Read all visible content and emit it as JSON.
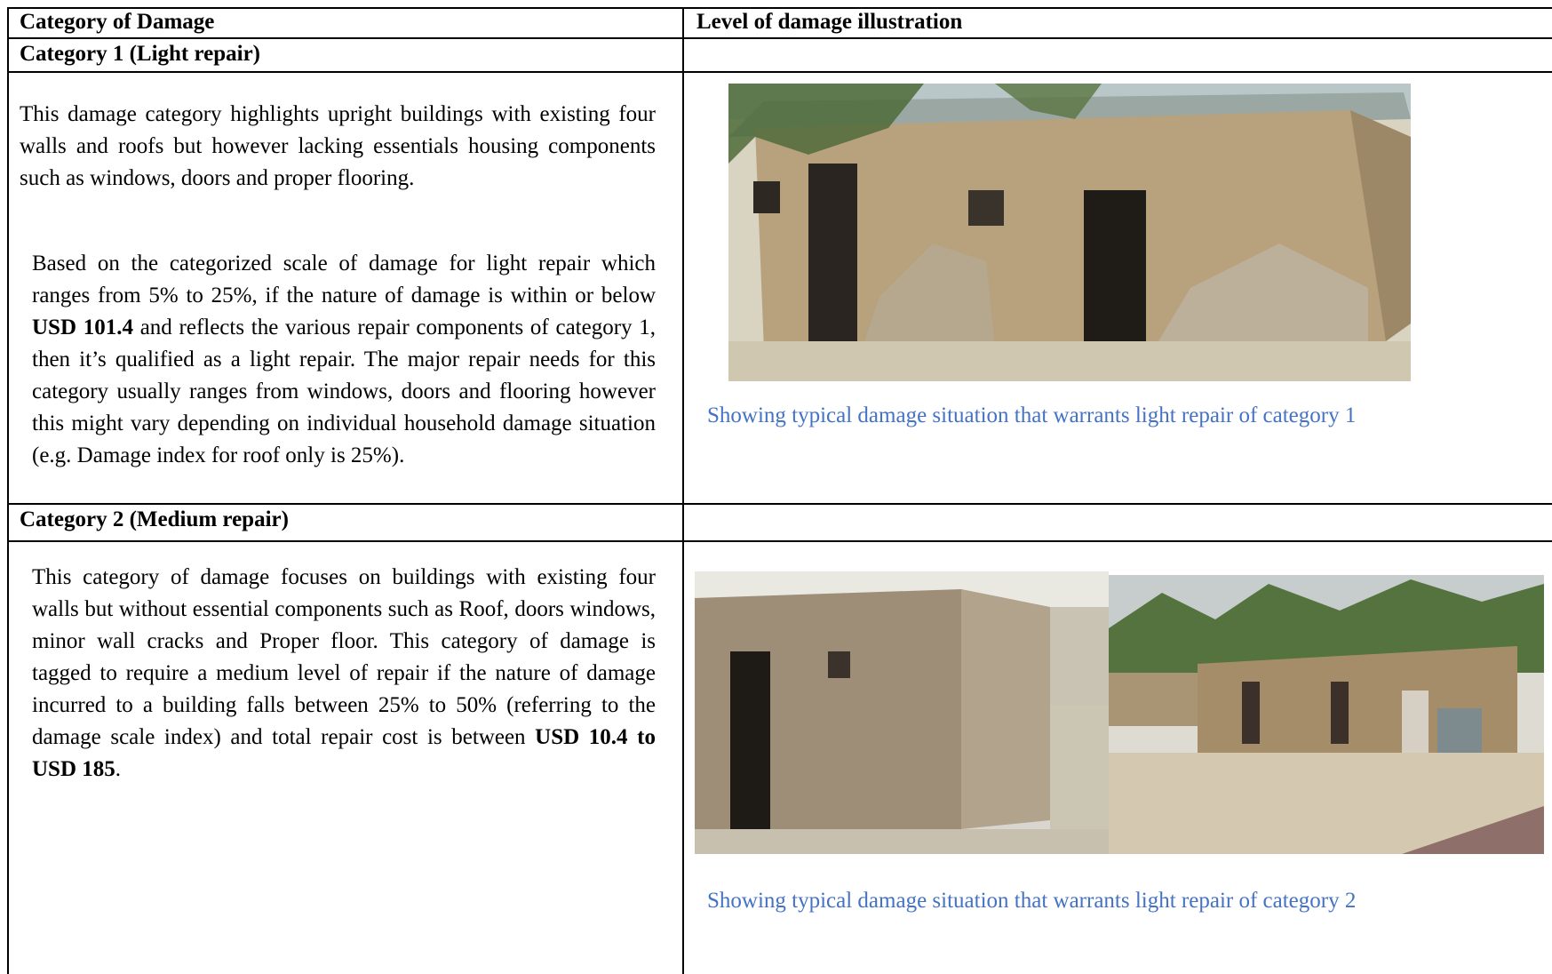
{
  "table": {
    "headers": {
      "col1": "Category of Damage",
      "col2": "Level of damage illustration"
    },
    "category1": {
      "title": "Category 1 (Light repair)",
      "para1": "This damage category highlights upright buildings with existing four walls and roofs but however lacking essentials housing components such as windows, doors and proper flooring.",
      "para2_a": "Based on the categorized scale of damage for light repair which ranges from 5% to 25%, if the nature of damage is within or below ",
      "para2_bold": "USD 101.4",
      "para2_b": " and reflects the various repair components of category 1, then it’s qualified as a light repair. The major repair needs for this category usually ranges from windows, doors and flooring however this might vary depending on individual household damage situation (e.g. Damage index for roof only is 25%).",
      "caption": "Showing typical damage situation that warrants light repair of category 1"
    },
    "category2": {
      "title": "Category 2 (Medium repair)",
      "para1_a": "This category of damage focuses on buildings with existing four walls but without essential components such as Roof, doors windows, minor wall cracks and Proper floor. This category of damage is tagged to require a medium level of repair if the nature of damage incurred to a building falls between 25% to 50% (referring to the damage scale index) and total repair cost is between ",
      "para1_bold": "USD 10.4 to USD 185",
      "para1_b": ".",
      "caption": "Showing typical damage situation that warrants light repair of category 2"
    }
  },
  "colors": {
    "caption": "#4472c4",
    "border": "#000000"
  }
}
